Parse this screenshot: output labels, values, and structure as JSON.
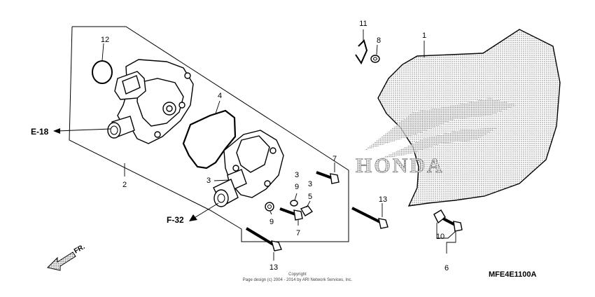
{
  "callouts": {
    "c1": "1",
    "c2": "2",
    "c3a": "3",
    "c3b": "3",
    "c3c": "3",
    "c4": "4",
    "c5": "5",
    "c6": "6",
    "c7a": "7",
    "c7b": "7",
    "c8": "8",
    "c9a": "9",
    "c9b": "9",
    "c10": "10",
    "c11": "11",
    "c12": "12",
    "c13a": "13",
    "c13b": "13"
  },
  "references": {
    "e18": "E-18",
    "f32": "F-32"
  },
  "direction": "FR.",
  "logo_text": "HONDA",
  "diagram_code": "MFE4E1100A",
  "copyright": {
    "line1": "Copyright",
    "line2": "Page design (c) 2004 - 2014 by ARI Network Services, Inc."
  },
  "colors": {
    "ink": "#000000",
    "background": "#ffffff",
    "stipple": "#7a7a7a"
  }
}
